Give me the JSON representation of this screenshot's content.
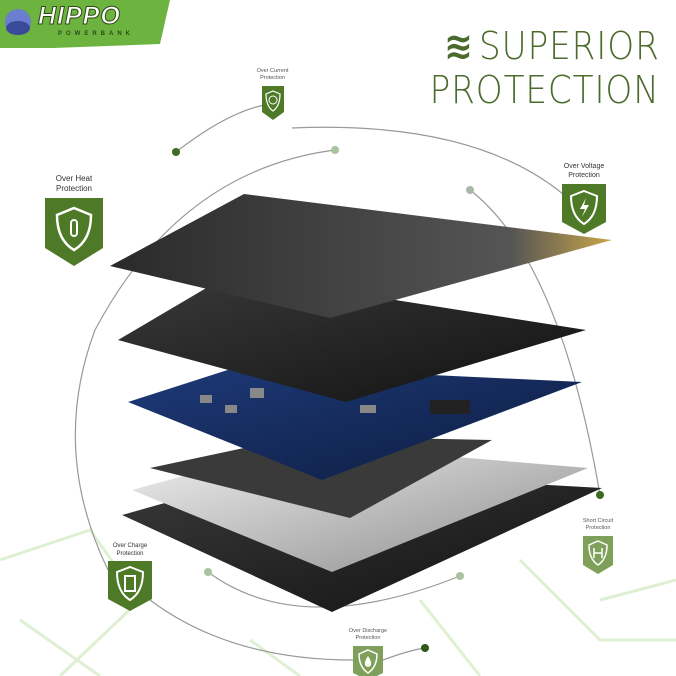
{
  "brand": {
    "name": "HIPPO",
    "tagline": "POWERBANK",
    "color": "#6db33f"
  },
  "title": {
    "icon": "wave-lines-icon",
    "line1": "SUPERIOR",
    "line2": "PROTECTION",
    "color": "#4b6a2c"
  },
  "features": [
    {
      "label": "Over Current Protection",
      "icon": "shield-circle-icon"
    },
    {
      "label": "Over Heat Protection",
      "icon": "shield-thermometer-icon"
    },
    {
      "label": "Over Voltage Protection",
      "icon": "shield-lightning-icon"
    },
    {
      "label": "Short Circuit Protection",
      "icon": "shield-circuit-icon"
    },
    {
      "label": "Over Charge Protection",
      "icon": "shield-battery-icon"
    },
    {
      "label": "Over Discharge Protection",
      "icon": "shield-drop-icon"
    }
  ],
  "badge_color": "#4e7a27"
}
